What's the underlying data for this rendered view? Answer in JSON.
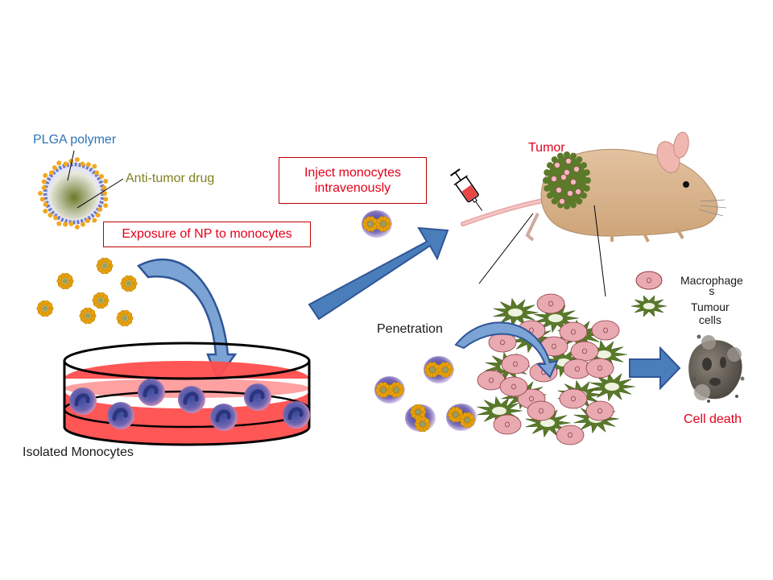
{
  "title": "Monocyte-mediated nanoparticle delivery to tumors",
  "colors": {
    "label_blue": "#2e75b6",
    "label_olive": "#7f7f1f",
    "label_red": "#e3001b",
    "label_black": "#1a1a1a",
    "arrow_fill": "#4a7ebb",
    "arrow_stroke": "#2f5597",
    "arrow_light": "#7ba3d4",
    "box_border": "#c00000",
    "medium_red": "#ff4d4d",
    "macrophage_fill": "#e8aab0",
    "tumour_cell_fill": "#5a7a2a",
    "mouse_body": "#d9b48f"
  },
  "labels": {
    "plga_polymer": "PLGA polymer",
    "anti_tumor_drug": "Anti-tumor drug",
    "exposure_box": "Exposure of NP to monocytes",
    "inject_box_line1": "Inject monocytes",
    "inject_box_line2": "intravenously",
    "tumor": "Tumor",
    "penetration": "Penetration",
    "isolated_monocytes": "Isolated Monocytes",
    "cell_death": "Cell death"
  },
  "legend": {
    "items": [
      {
        "label_line1": "Macrophage",
        "label_line2": "s",
        "icon": "macrophage-icon"
      },
      {
        "label_line1": "Tumour",
        "label_line2": "cells",
        "icon": "tumour-cell-icon"
      }
    ]
  },
  "steps": [
    "Exposure of NP to monocytes",
    "Inject monocytes intravenously",
    "Penetration",
    "Cell death"
  ],
  "icons": {
    "nanoparticle": "nanoparticle-icon",
    "petri_dish": "petri-dish-icon",
    "syringe": "syringe-icon",
    "mouse": "mouse-icon",
    "tumor_mass": "tumor-mass-icon",
    "dead_cell": "dead-cell-icon",
    "monocyte": "monocyte-icon"
  }
}
